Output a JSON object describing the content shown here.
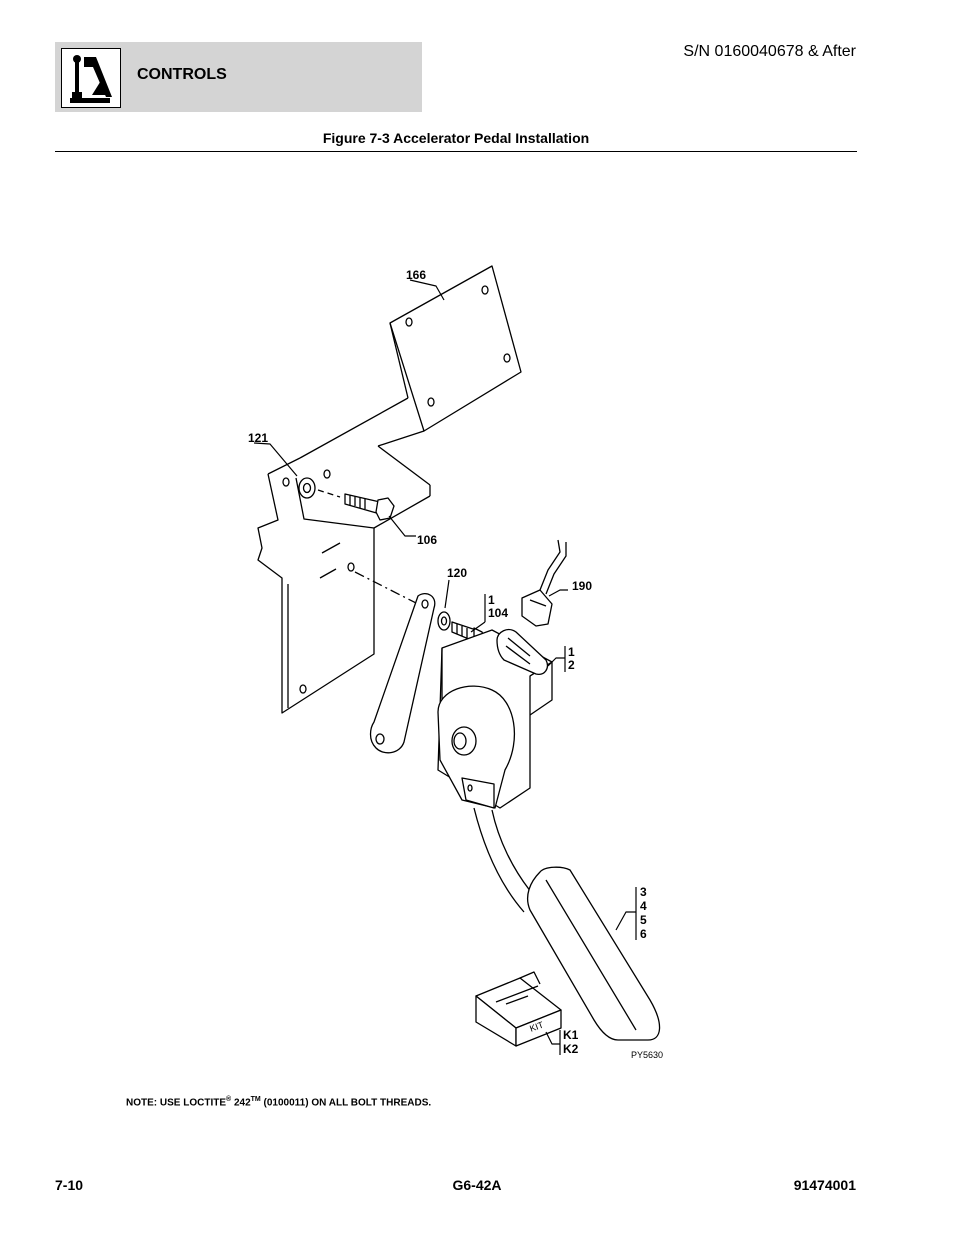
{
  "header": {
    "section_title": "CONTROLS",
    "serial": "S/N 0160040678 & After"
  },
  "figure": {
    "caption": "Figure 7-3 Accelerator Pedal Installation",
    "drawing_id": "PY5630",
    "kit_label": "KIT",
    "callouts": {
      "c166": "166",
      "c121": "121",
      "c106": "106",
      "c120": "120",
      "c190": "190",
      "c1a": "1",
      "c104": "104",
      "c1b": "1",
      "c2": "2",
      "c3": "3",
      "c4": "4",
      "c5": "5",
      "c6": "6",
      "cK1": "K1",
      "cK2": "K2"
    }
  },
  "note": {
    "prefix": "NOTE: USE LOCTITE",
    "reg_mark": "®",
    "number": " 242",
    "tm_mark": "TM",
    "suffix": " (0100011) ON ALL BOLT THREADS."
  },
  "footer": {
    "page_number": "7-10",
    "model": "G6-42A",
    "part_number": "91474001"
  }
}
